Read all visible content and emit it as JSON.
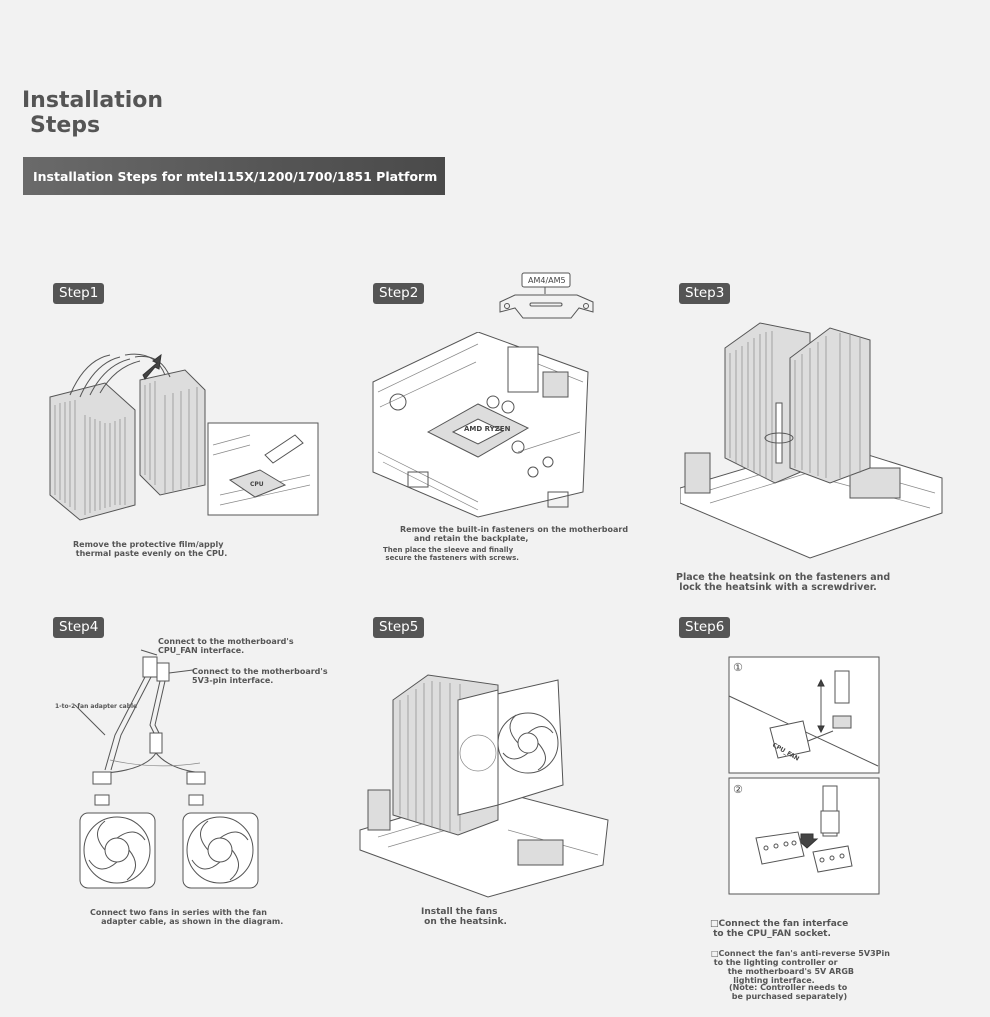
{
  "title": {
    "line1": "Installation",
    "line2": "Steps"
  },
  "banner": "Installation Steps for mtel115X/1200/1700/1851 Platform",
  "steps": [
    {
      "label": "Step1",
      "caption": "Remove the protective film/apply\n thermal paste evenly on the CPU."
    },
    {
      "label": "Step2",
      "bracket_label": "AM4/AM5",
      "cpu_text": "AMD RYZEN",
      "caption1": "Remove the built-in fasteners on the motherboard\n     and retain the backplate,",
      "caption2": "Then place the sleeve and finally\n secure the fasteners with screws."
    },
    {
      "label": "Step3",
      "caption": "Place the heatsink on the fasteners and\n lock the heatsink with a screwdriver."
    },
    {
      "label": "Step4",
      "callout1": "Connect to the motherboard's\nCPU_FAN interface.",
      "callout2": "Connect to the motherboard's\n5V3-pin interface.",
      "callout3": "1-to-2 fan adapter cable",
      "caption": "Connect two fans in series with the fan\n    adapter cable, as shown in the diagram."
    },
    {
      "label": "Step5",
      "caption": "Install the fans\n on the heatsink."
    },
    {
      "label": "Step6",
      "panel1_num": "①",
      "panel2_num": "②",
      "cpu_fan_label": "CPU_FAN",
      "note1": "□Connect the fan interface\n to the CPU_FAN socket.",
      "note2": "□Connect the fan's anti-reverse 5V3Pin\n to the lighting controller or\n      the motherboard's 5V ARGB\n        lighting interface.",
      "note3": "(Note: Controller needs to\n be purchased separately)"
    }
  ]
}
